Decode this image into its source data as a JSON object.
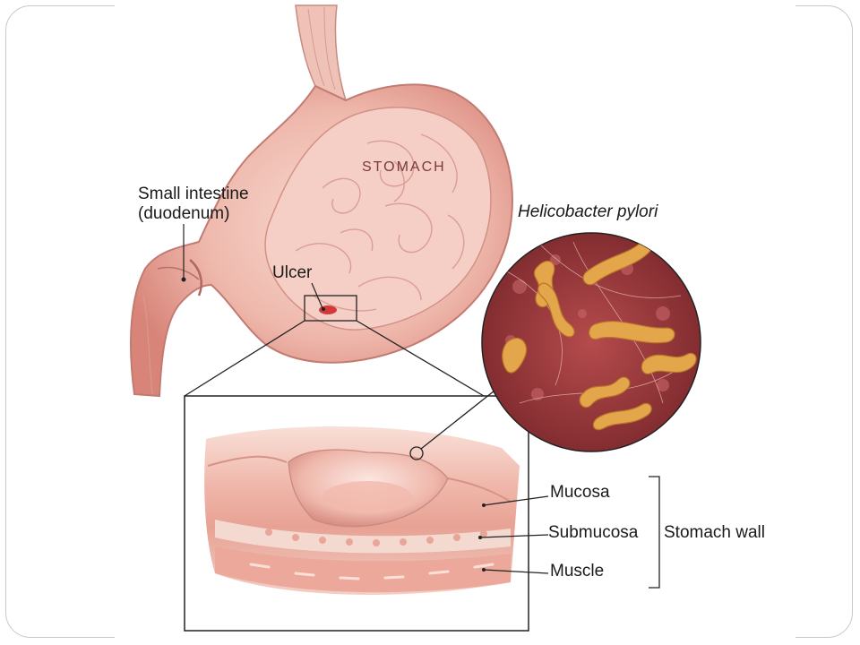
{
  "labels": {
    "small_intestine_line1": "Small intestine",
    "small_intestine_line2": "(duodenum)",
    "ulcer": "Ulcer",
    "stomach": "STOMACH",
    "h_pylori": "Helicobacter pylori",
    "mucosa": "Mucosa",
    "submucosa": "Submucosa",
    "muscle": "Muscle",
    "stomach_wall": "Stomach wall"
  },
  "colors": {
    "tissue_light": "#f6d6cf",
    "tissue_mid": "#e9a49a",
    "tissue_dark": "#c9706a",
    "ulcer_red": "#d23a3a",
    "bacteria_bg": "#9a3a3c",
    "bacteria": "#e3a64a",
    "frame": "#c8c8c8"
  }
}
